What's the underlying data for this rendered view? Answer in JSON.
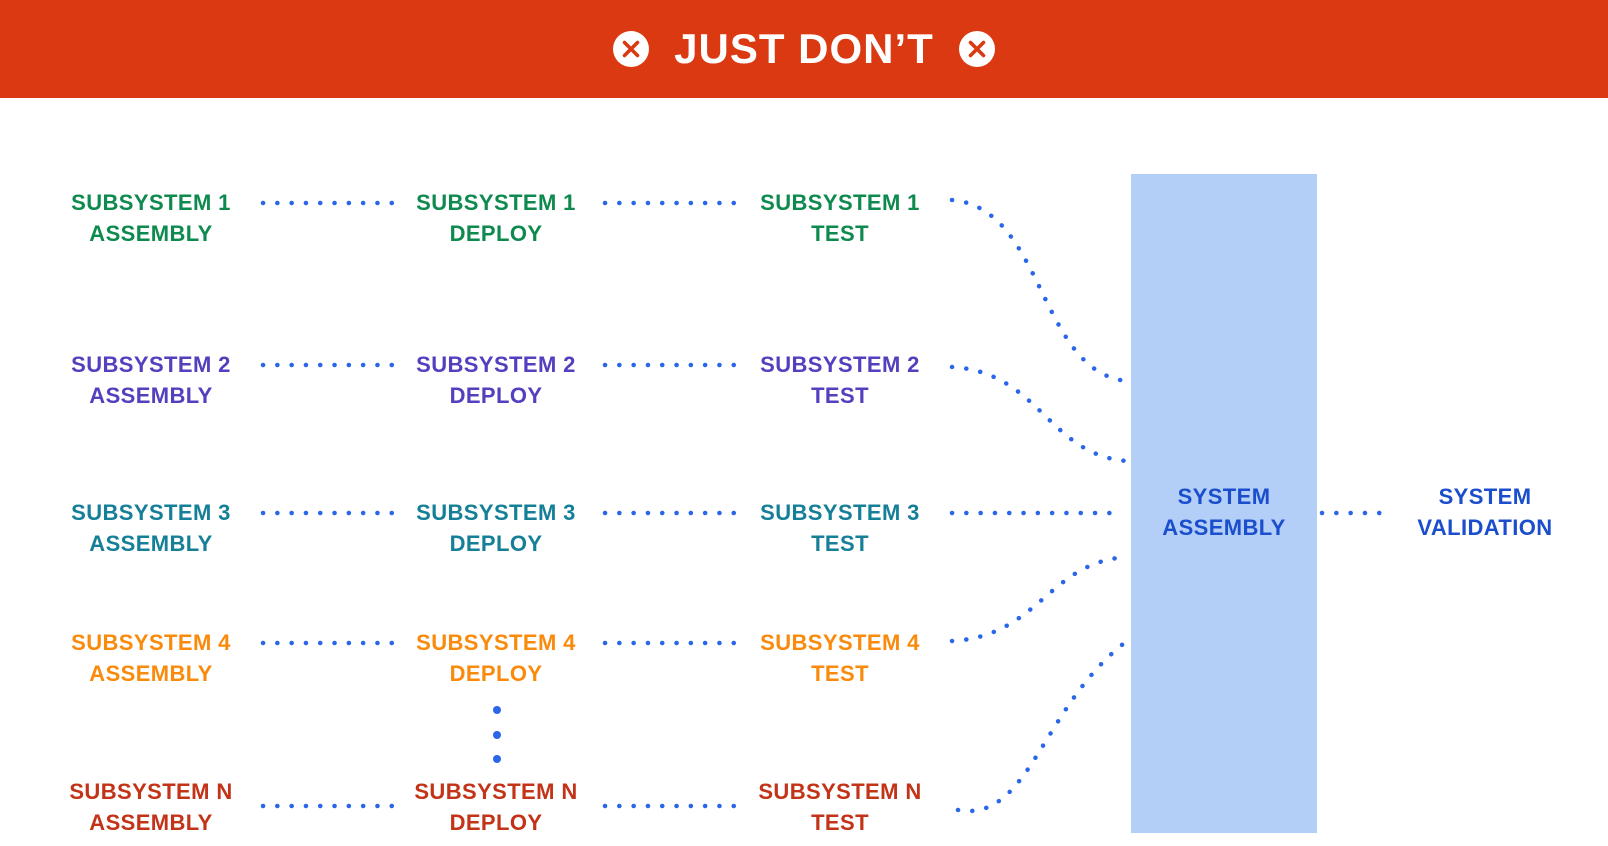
{
  "header": {
    "title": "JUST DON’T",
    "icon": "circled-x-icon"
  },
  "palette": {
    "banner_bg": "#DA3912",
    "banner_text": "#FFFFFF",
    "dot_line": "#2A66E8",
    "assembly_box_fill": "#B3CFF8",
    "system_text": "#1A4ECC"
  },
  "rows": [
    {
      "color": "#0E8A4F",
      "assembly": {
        "line1": "SUBSYSTEM 1",
        "line2": "ASSEMBLY"
      },
      "deploy": {
        "line1": "SUBSYSTEM 1",
        "line2": "DEPLOY"
      },
      "test": {
        "line1": "SUBSYSTEM 1",
        "line2": "TEST"
      }
    },
    {
      "color": "#5240BE",
      "assembly": {
        "line1": "SUBSYSTEM 2",
        "line2": "ASSEMBLY"
      },
      "deploy": {
        "line1": "SUBSYSTEM 2",
        "line2": "DEPLOY"
      },
      "test": {
        "line1": "SUBSYSTEM 2",
        "line2": "TEST"
      }
    },
    {
      "color": "#167F98",
      "assembly": {
        "line1": "SUBSYSTEM 3",
        "line2": "ASSEMBLY"
      },
      "deploy": {
        "line1": "SUBSYSTEM 3",
        "line2": "DEPLOY"
      },
      "test": {
        "line1": "SUBSYSTEM 3",
        "line2": "TEST"
      }
    },
    {
      "color": "#F98A0C",
      "assembly": {
        "line1": "SUBSYSTEM 4",
        "line2": "ASSEMBLY"
      },
      "deploy": {
        "line1": "SUBSYSTEM 4",
        "line2": "DEPLOY"
      },
      "test": {
        "line1": "SUBSYSTEM 4",
        "line2": "TEST"
      }
    },
    {
      "color": "#C23317",
      "assembly": {
        "line1": "SUBSYSTEM N",
        "line2": "ASSEMBLY"
      },
      "deploy": {
        "line1": "SUBSYSTEM N",
        "line2": "DEPLOY"
      },
      "test": {
        "line1": "SUBSYSTEM N",
        "line2": "TEST"
      }
    }
  ],
  "continuation_dot_count": 3,
  "system_assembly": {
    "line1": "SYSTEM",
    "line2": "ASSEMBLY"
  },
  "system_validation": {
    "line1": "SYSTEM",
    "line2": "VALIDATION"
  }
}
